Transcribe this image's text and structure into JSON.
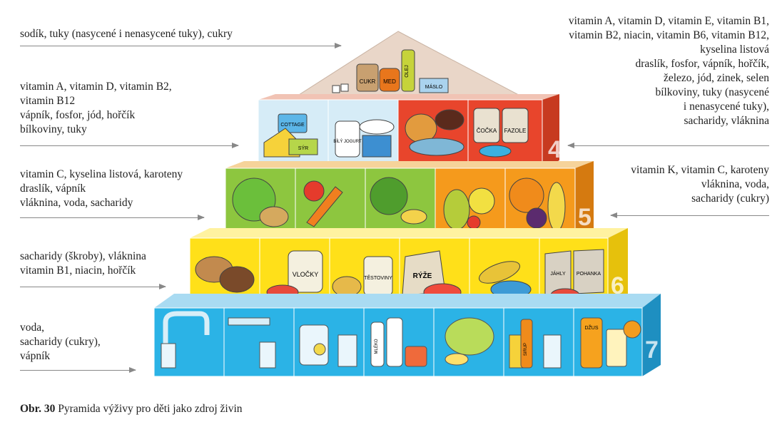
{
  "notes": {
    "top_left": [
      "sodík, tuky (nasycené i nenasycené tuky), cukry"
    ],
    "tier4_left": [
      "vitamin A, vitamin D, vitamin B2,",
      "vitamin B12",
      "vápník, fosfor, jód, hořčík",
      "bílkoviny, tuky"
    ],
    "tier4_right": [
      "vitamin A, vitamin D, vitamin E, vitamin B1,",
      "vitamin B2, niacin, vitamin B6, vitamin B12,",
      "kyselina listová",
      "draslík, fosfor, vápník, hořčík,",
      "železo, jód, zinek, selen",
      "bílkoviny, tuky (nasycené",
      "i nenasycené tuky),",
      "sacharidy, vláknina"
    ],
    "tier5_left": [
      "vitamin C, kyselina listová, karoteny",
      "draslík, vápník",
      "vláknina, voda, sacharidy"
    ],
    "tier5_right": [
      "vitamin K, vitamin C, karoteny",
      "vláknina, voda,",
      "sacharidy (cukry)"
    ],
    "tier6_left": [
      "sacharidy (škroby), vláknina",
      "vitamin B1, niacin, hořčík"
    ],
    "tier7_left": [
      "voda,",
      "sacharidy (cukry),",
      "vápník"
    ]
  },
  "tier_numbers": [
    "4",
    "5",
    "6",
    "7"
  ],
  "food_labels": {
    "top": [
      "CUKR",
      "MED",
      "OLEJ",
      "MÁSLO"
    ],
    "tier4": [
      "COTTAGE",
      "BÍLÝ JOGURT",
      "SÝR",
      "ČOČKA",
      "FAZOLE"
    ],
    "tier6": [
      "VLOČKY",
      "TĚSTOVINY",
      "RÝŽE",
      "JÁHLY",
      "POHANKA"
    ],
    "tier7": [
      "MLÉKO",
      "SIRUP",
      "DŽUS"
    ]
  },
  "caption": {
    "number": "Obr. 30",
    "text": "Pyramida výživy pro děti jako zdroj živin"
  },
  "colors": {
    "water": "#2bb3e6",
    "grain": "#ffe019",
    "veg": "#8dc63f",
    "fruit": "#f59a1c",
    "protein_light": "#d6ecf7",
    "protein_red": "#e8452c",
    "top": "#e9d3c6"
  }
}
